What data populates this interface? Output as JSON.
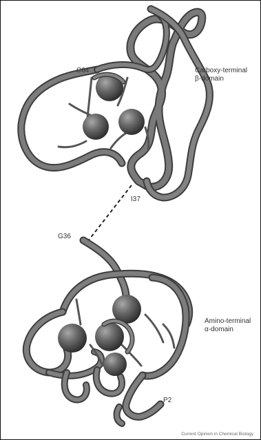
{
  "labels": {
    "c64": "C64",
    "i37": "I37",
    "g36": "G36",
    "p2": "P2"
  },
  "domains": {
    "carboxy": [
      "Carboxy-terminal",
      "β-domain"
    ],
    "amino": [
      "Amino-terminal",
      "α-domain"
    ]
  },
  "credit": "Current Opinion in Chemical Biology",
  "colors": {
    "ribbon": "#6a6a6a",
    "ribbon_edge": "#3c3c3c",
    "highlight": "#9a9a9a",
    "sphere": "#5e5e5e",
    "frame": "#111111"
  }
}
